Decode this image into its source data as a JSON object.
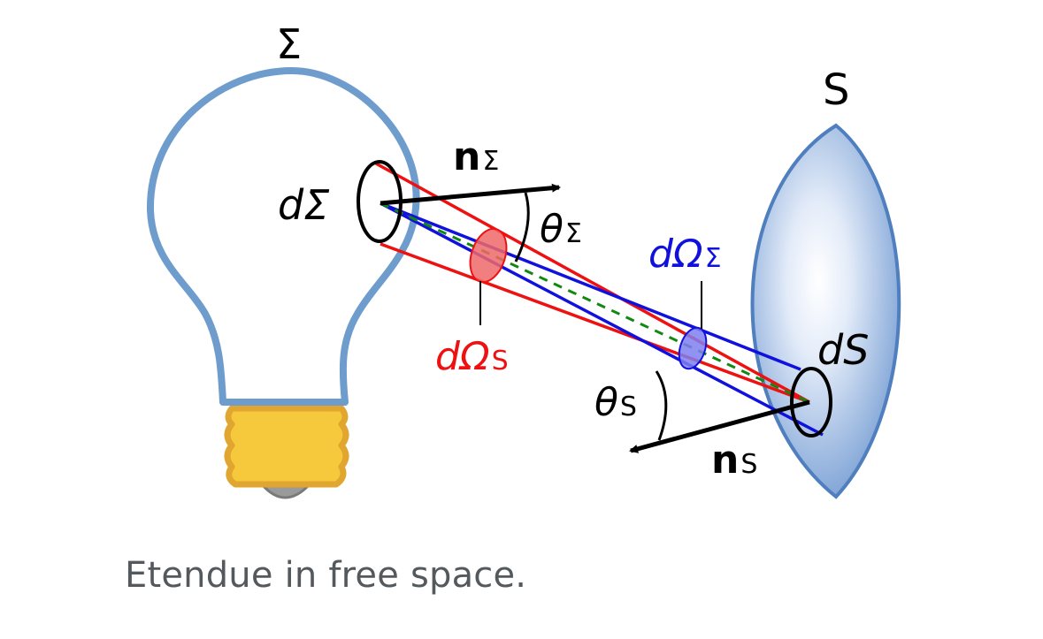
{
  "diagram": {
    "labels": {
      "source_surface": "Σ",
      "receiver_surface": "S",
      "source_element": "dΣ",
      "receiver_element": "dS",
      "normal_source_main": "n",
      "normal_source_sub": "Σ",
      "normal_receiver_main": "n",
      "normal_receiver_sub": "S",
      "angle_source_main": "θ",
      "angle_source_sub": "Σ",
      "angle_receiver_main": "θ",
      "angle_receiver_sub": "S",
      "solid_angle_source_main": "dΩ",
      "solid_angle_source_sub": "Σ",
      "solid_angle_receiver_main": "dΩ",
      "solid_angle_receiver_sub": "S"
    },
    "colors": {
      "bulb_outline": "#6d9ccd",
      "bulb_base_fill": "#f2c33c",
      "bulb_base_stroke": "#e3a82e",
      "lens_fill": "#a9c3e4",
      "lens_stroke": "#4f7fbf",
      "red_cone": "#ee1111",
      "blue_cone": "#1111dd",
      "axis_dashed": "#118811",
      "solid_angle_red": "#f06868",
      "solid_angle_blue": "#7f7ff0"
    }
  },
  "caption": "Etendue in free space."
}
